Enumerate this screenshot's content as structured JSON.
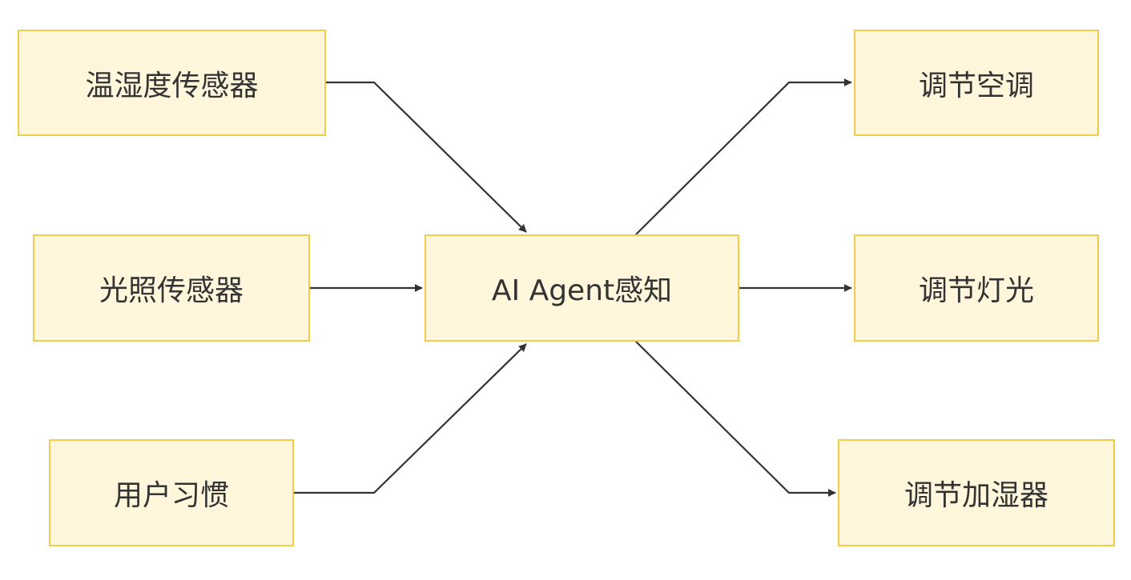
{
  "nodes": {
    "temp_humidity_sensor": "温湿度传感器",
    "light_sensor": "光照传感器",
    "user_habit": "用户习惯",
    "agent": "AI Agent感知",
    "adjust_ac": "调节空调",
    "adjust_light": "调节灯光",
    "adjust_humidifier": "调节加湿器"
  },
  "edges": [
    {
      "from": "temp_humidity_sensor",
      "to": "agent"
    },
    {
      "from": "light_sensor",
      "to": "agent"
    },
    {
      "from": "user_habit",
      "to": "agent"
    },
    {
      "from": "agent",
      "to": "adjust_ac"
    },
    {
      "from": "agent",
      "to": "adjust_light"
    },
    {
      "from": "agent",
      "to": "adjust_humidifier"
    }
  ],
  "colors": {
    "node_fill": "#fff6dc",
    "node_border": "#f1cc4a",
    "edge": "#333333",
    "text": "#333333"
  }
}
